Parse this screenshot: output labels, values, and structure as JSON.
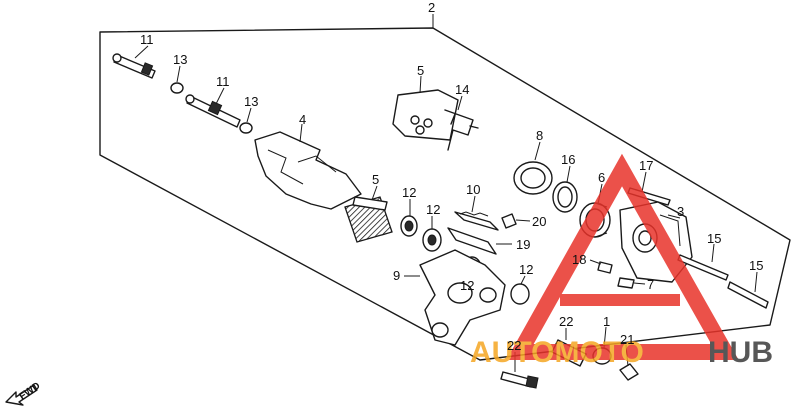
{
  "callouts": [
    {
      "id": "c2",
      "text": "2"
    },
    {
      "id": "c11a",
      "text": "11"
    },
    {
      "id": "c13a",
      "text": "13"
    },
    {
      "id": "c11b",
      "text": "11"
    },
    {
      "id": "c13b",
      "text": "13"
    },
    {
      "id": "c4",
      "text": "4"
    },
    {
      "id": "c5a",
      "text": "5"
    },
    {
      "id": "c14",
      "text": "14"
    },
    {
      "id": "c5b",
      "text": "5"
    },
    {
      "id": "c8",
      "text": "8"
    },
    {
      "id": "c16",
      "text": "16"
    },
    {
      "id": "c6",
      "text": "6"
    },
    {
      "id": "c17",
      "text": "17"
    },
    {
      "id": "c3",
      "text": "3"
    },
    {
      "id": "c10",
      "text": "10"
    },
    {
      "id": "c12a",
      "text": "12"
    },
    {
      "id": "c12b",
      "text": "12"
    },
    {
      "id": "c20",
      "text": "20"
    },
    {
      "id": "c19",
      "text": "19"
    },
    {
      "id": "c9",
      "text": "9"
    },
    {
      "id": "c12c",
      "text": "12"
    },
    {
      "id": "c12d",
      "text": "12"
    },
    {
      "id": "c18",
      "text": "18"
    },
    {
      "id": "c7",
      "text": "7"
    },
    {
      "id": "c15a",
      "text": "15"
    },
    {
      "id": "c15b",
      "text": "15"
    },
    {
      "id": "c22a",
      "text": "22"
    },
    {
      "id": "c22b",
      "text": "22"
    },
    {
      "id": "c1",
      "text": "1"
    },
    {
      "id": "c21",
      "text": "21"
    }
  ],
  "fwd_label": "FWD",
  "watermark": {
    "text_colored": "AUTOMOTO",
    "text_dark": "HUB",
    "color_colored": "#f5a623",
    "color_dark": "#3a3a3a",
    "triangle_color": "#e8332a"
  }
}
